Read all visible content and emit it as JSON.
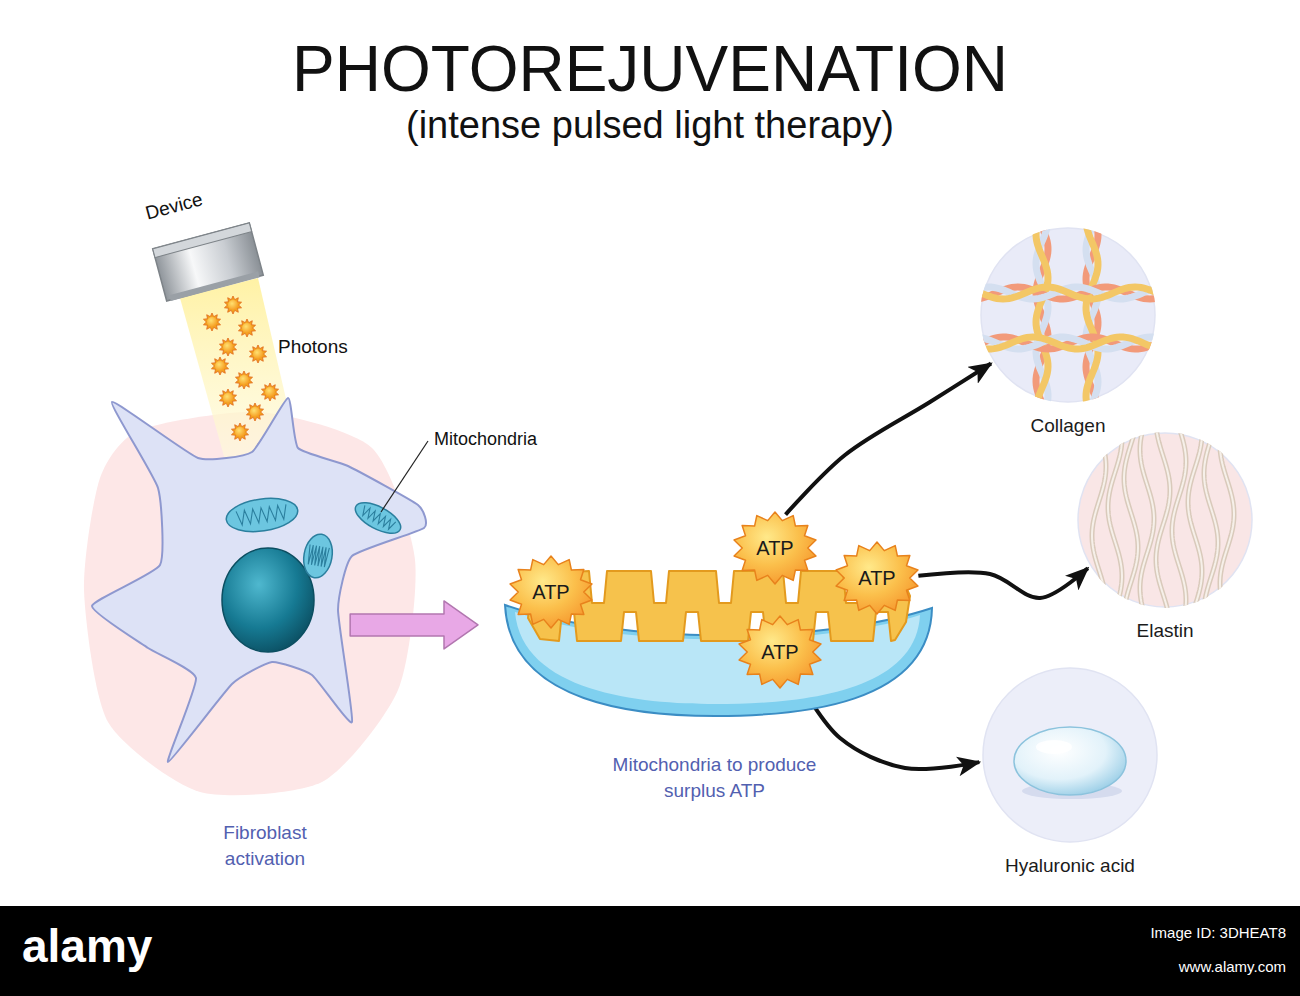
{
  "diagram": {
    "title": "PHOTOREJUVENATION",
    "nodes": [
      {
        "text": [
          "Fibroblast activation"
        ]
      },
      {
        "text": [
          "Mitochondria to produce surplus ATP"
        ]
      },
      {
        "text": [
          "ATP"
        ],
        "in": 1
      },
      {
        "text": [
          "ATP"
        ],
        "in": 1
      },
      {
        "text": [
          "ATP"
        ],
        "in": 1
      },
      {
        "text": [
          "ATP"
        ],
        "in": 1
      },
      {
        "text": [
          "Collagen"
        ]
      },
      {
        "text": [
          "Elastin"
        ]
      },
      {
        "text": [
          "Hyaluronic acid"
        ]
      }
    ],
    "edges": [
      {
        "from": 0,
        "to": 1,
        "arrow": "to"
      },
      {
        "from": 3,
        "to": 6,
        "arrow": "to"
      },
      {
        "from": 4,
        "to": 7,
        "arrow": "to"
      },
      {
        "from": 5,
        "to": 8,
        "arrow": "to"
      }
    ],
    "labels": [
      "(intense pulsed light therapy)",
      "Device",
      "Photons",
      "Mitochondria",
      "alamy",
      "Image ID: 3DHEAT8",
      "www.alamy.com"
    ]
  }
}
